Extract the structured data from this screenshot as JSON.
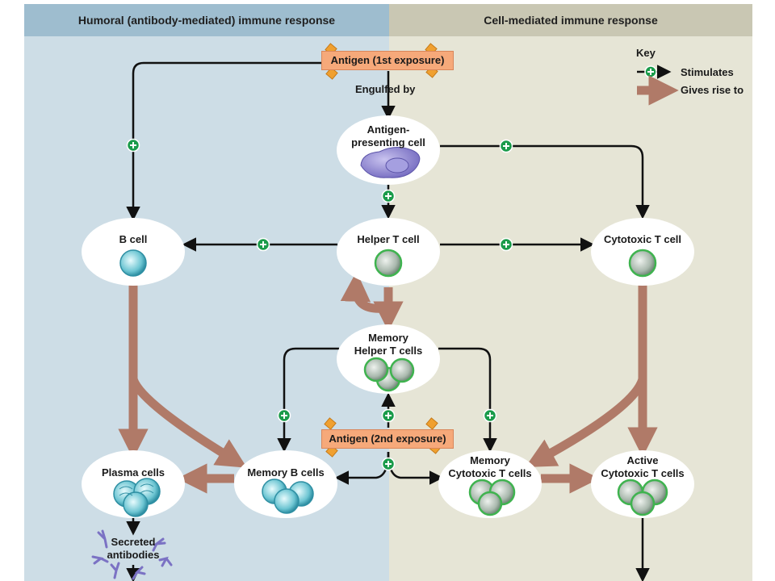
{
  "panels": {
    "left_title": "Humoral (antibody-mediated) immune response",
    "right_title": "Cell-mediated immune response"
  },
  "antigens": {
    "first": "Antigen (1st exposure)",
    "second": "Antigen (2nd exposure)"
  },
  "engulfed_label": "Engulfed by",
  "nodes": {
    "apc": "Antigen-\npresenting cell",
    "b_cell": "B cell",
    "helper_t": "Helper T cell",
    "cytotoxic_t": "Cytotoxic T cell",
    "memory_helper_t": "Memory\nHelper T cells",
    "plasma": "Plasma cells",
    "memory_b": "Memory B cells",
    "memory_cytotoxic_t": "Memory\nCytotoxic T cells",
    "active_cytotoxic_t": "Active\nCytotoxic T cells",
    "antibodies": "Secreted\nantibodies"
  },
  "key": {
    "title": "Key",
    "stimulates": "Stimulates",
    "gives_rise": "Gives rise to"
  },
  "colors": {
    "left_panel": "#cddde6",
    "right_panel": "#e6e5d6",
    "arrow_brown": "#b07a68",
    "plus_green": "#1a9b4a",
    "antigen_box": "#f6a97a",
    "antigen_marker": "#f0a030"
  }
}
